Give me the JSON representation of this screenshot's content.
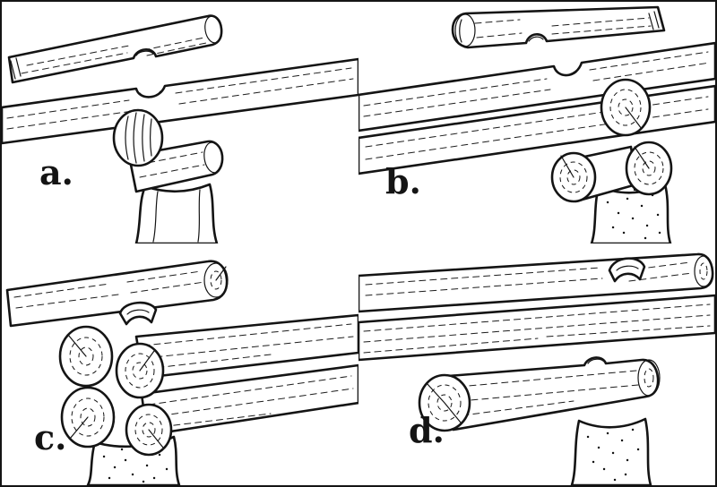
{
  "figure": {
    "panels": [
      {
        "id": "a",
        "label": "a."
      },
      {
        "id": "b",
        "label": "b."
      },
      {
        "id": "c",
        "label": "c."
      },
      {
        "id": "d",
        "label": "d."
      }
    ],
    "colors": {
      "ink": "#141414",
      "paper": "#ffffff"
    }
  }
}
